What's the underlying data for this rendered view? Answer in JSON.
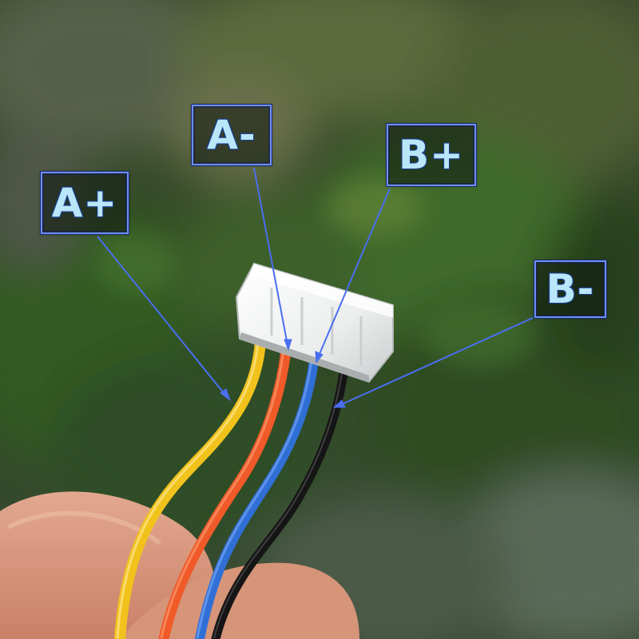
{
  "labels": {
    "a_plus": "A+",
    "a_minus": "A-",
    "b_plus": "B+",
    "b_minus": "B-"
  },
  "colors": {
    "wire_a_plus": "#f2c21c",
    "wire_a_minus": "#f05a28",
    "wire_b_plus": "#2f6fd6",
    "wire_b_minus": "#151515",
    "label_border": "#6e8ff5",
    "label_text": "#b9e6f9",
    "leader_line": "#4a6ef0"
  }
}
